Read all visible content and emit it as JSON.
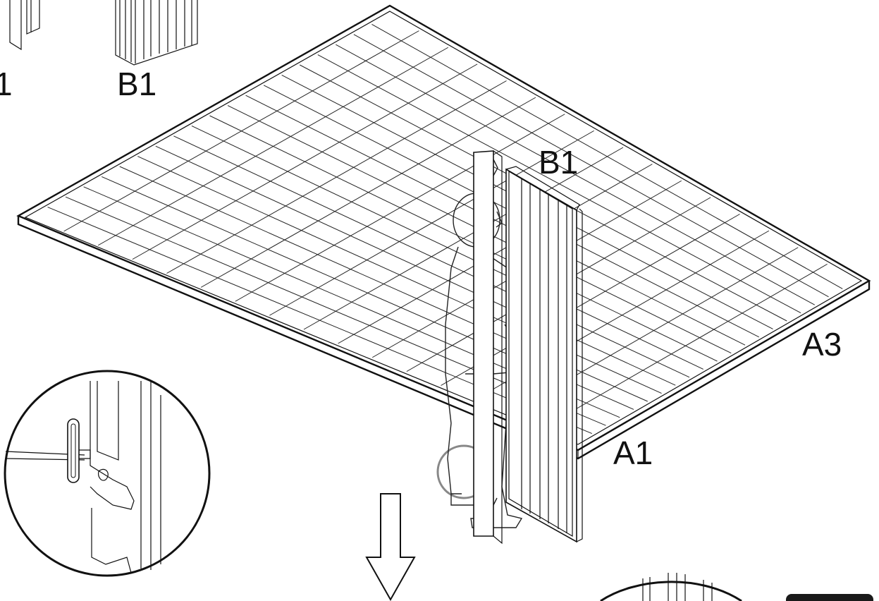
{
  "labels": {
    "top_left_partial": "1",
    "top_part": "B1",
    "panel": "B1",
    "floor_right": "A3",
    "floor_front": "A1"
  },
  "colors": {
    "line": "#111111",
    "background": "#ffffff",
    "highlight_circle": "#888888",
    "corner_box": "#1a1a1a"
  }
}
